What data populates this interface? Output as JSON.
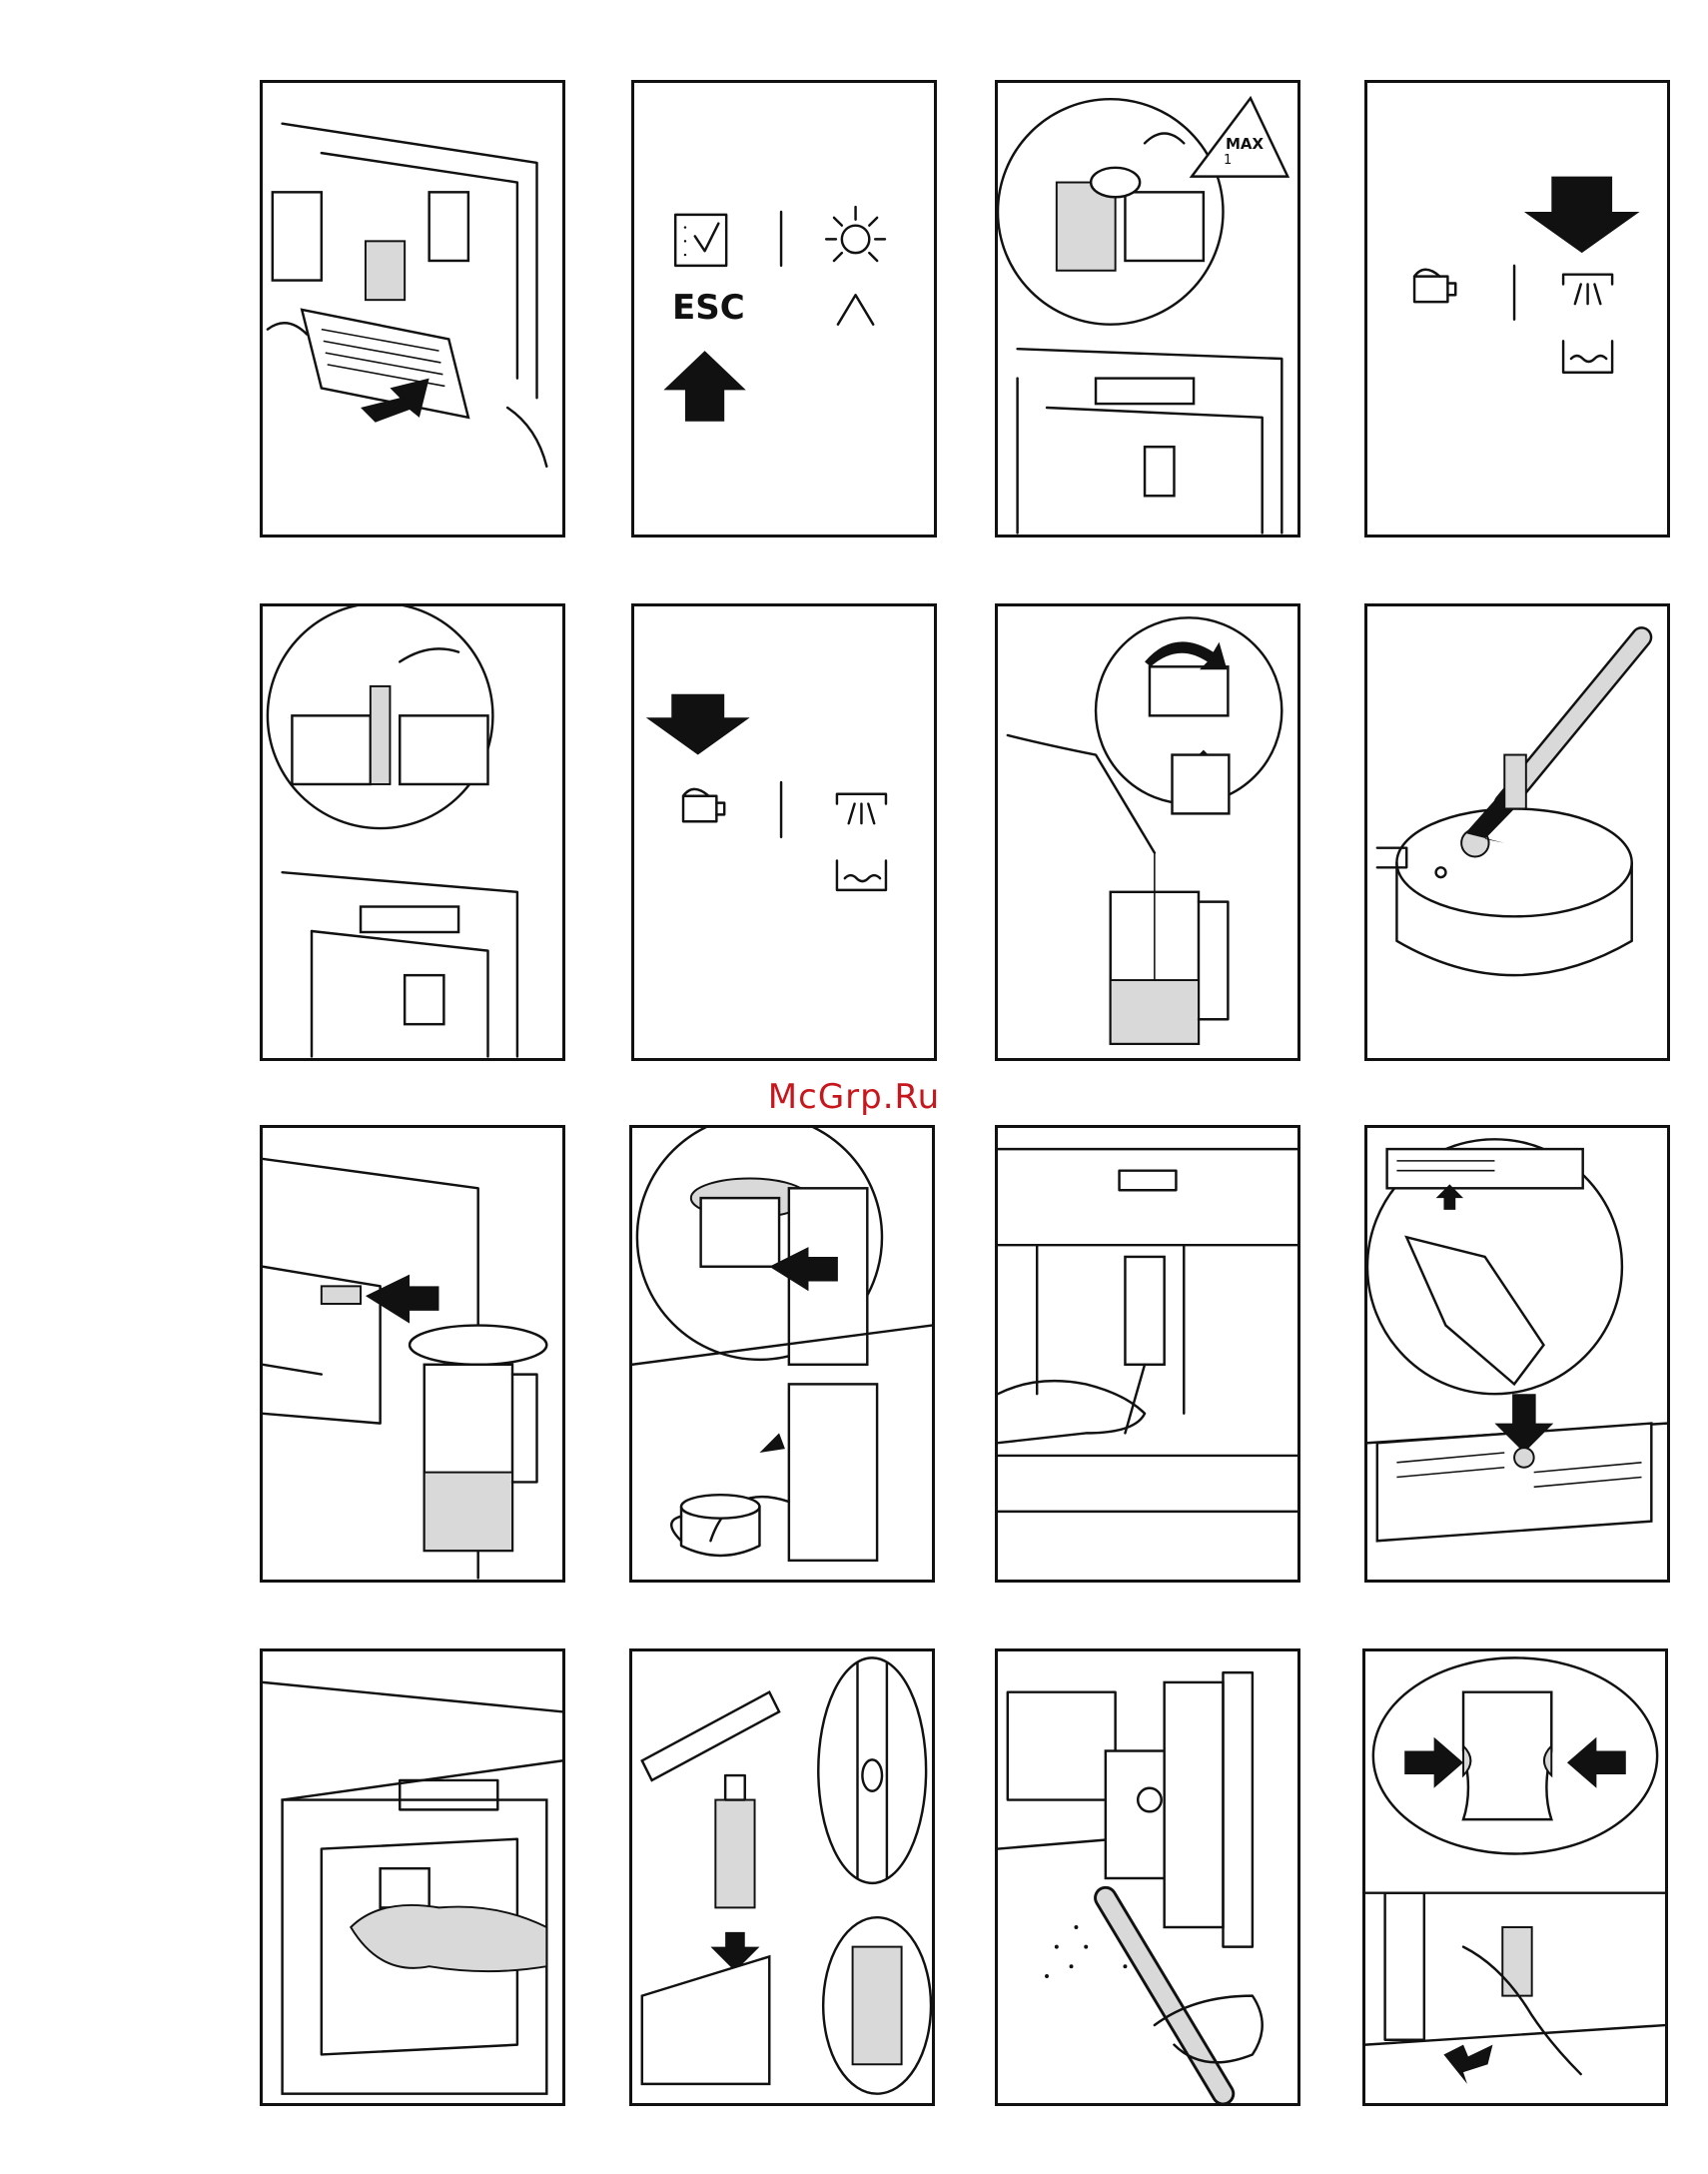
{
  "watermark": "McGrp.Ru",
  "panels": {
    "p2": {
      "esc_label": "ESC"
    },
    "p3": {
      "max_label": "MAX",
      "dose_label": "1"
    }
  },
  "icons": [
    "drip-tray-illustration",
    "checklist-icon",
    "light-icon",
    "up-caret-icon",
    "up-arrow-icon",
    "down-arrow-icon",
    "milk-jug-icon",
    "steam-icon",
    "water-level-icon",
    "max-warning-icon"
  ],
  "colors": {
    "line": "#111111",
    "shade": "#d9d9d9",
    "watermark": "#c8161d"
  }
}
